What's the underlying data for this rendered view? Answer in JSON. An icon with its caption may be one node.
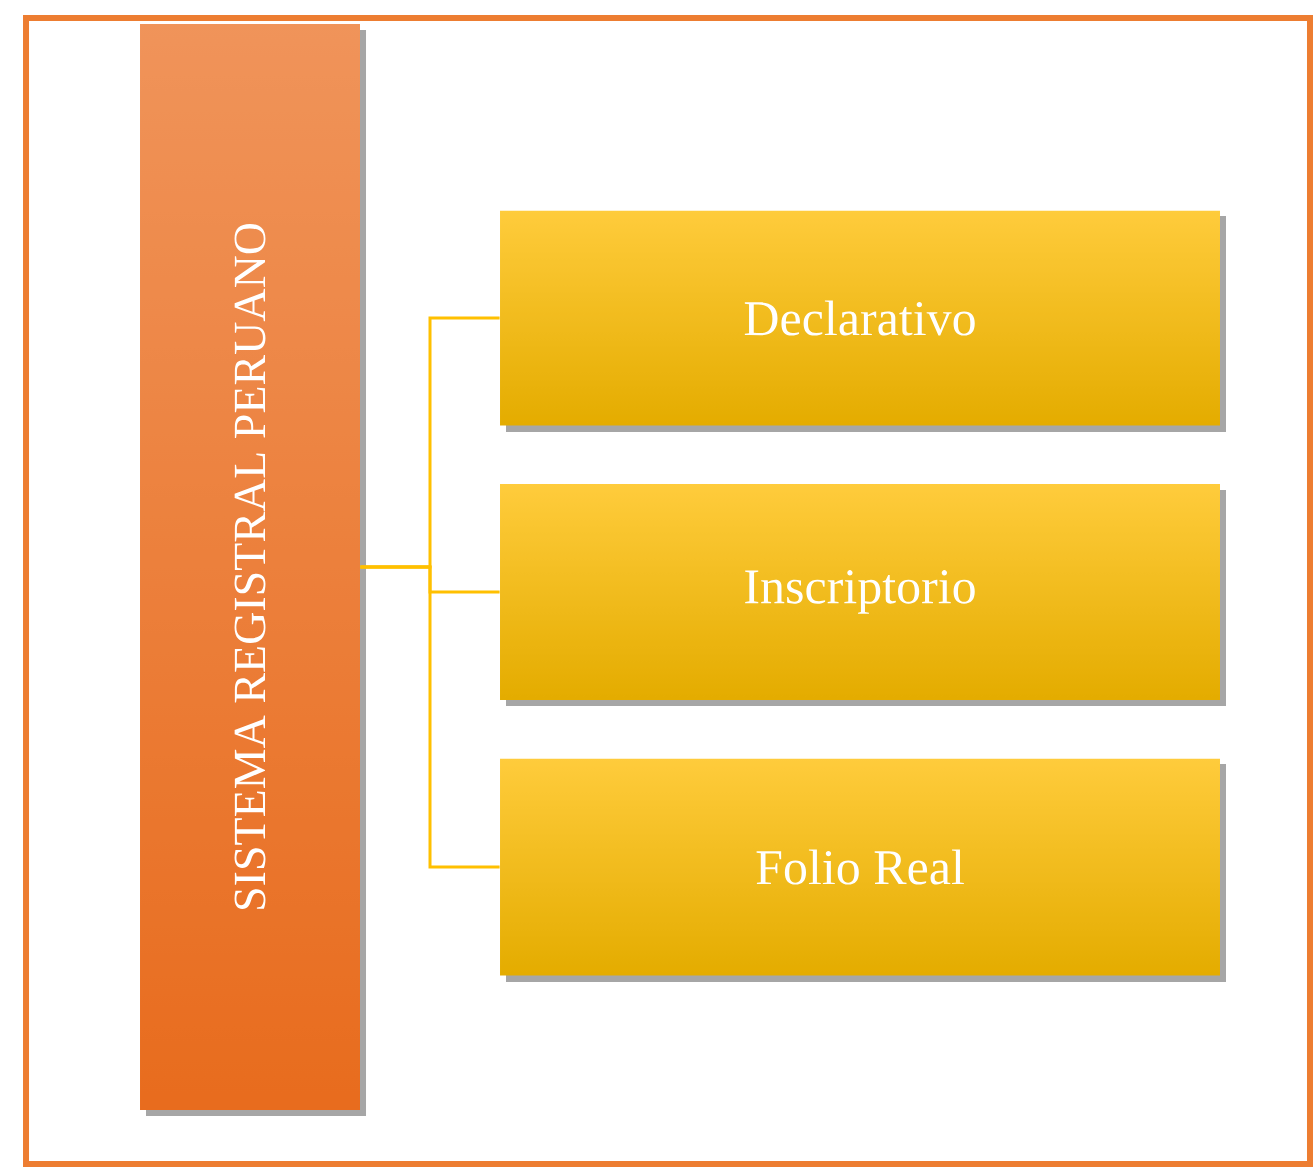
{
  "diagram": {
    "nodes": [
      {
        "text": [
          "SISTEMA REGISTRAL PERUANO"
        ]
      },
      {
        "text": [
          "Declarativo"
        ]
      },
      {
        "text": [
          "Inscriptorio"
        ]
      },
      {
        "text": [
          "Folio Real"
        ]
      }
    ],
    "edges": [
      {
        "from": 0,
        "to": 1,
        "arrow": "none"
      },
      {
        "from": 0,
        "to": 2,
        "arrow": "none"
      },
      {
        "from": 0,
        "to": 3,
        "arrow": "none"
      }
    ]
  }
}
